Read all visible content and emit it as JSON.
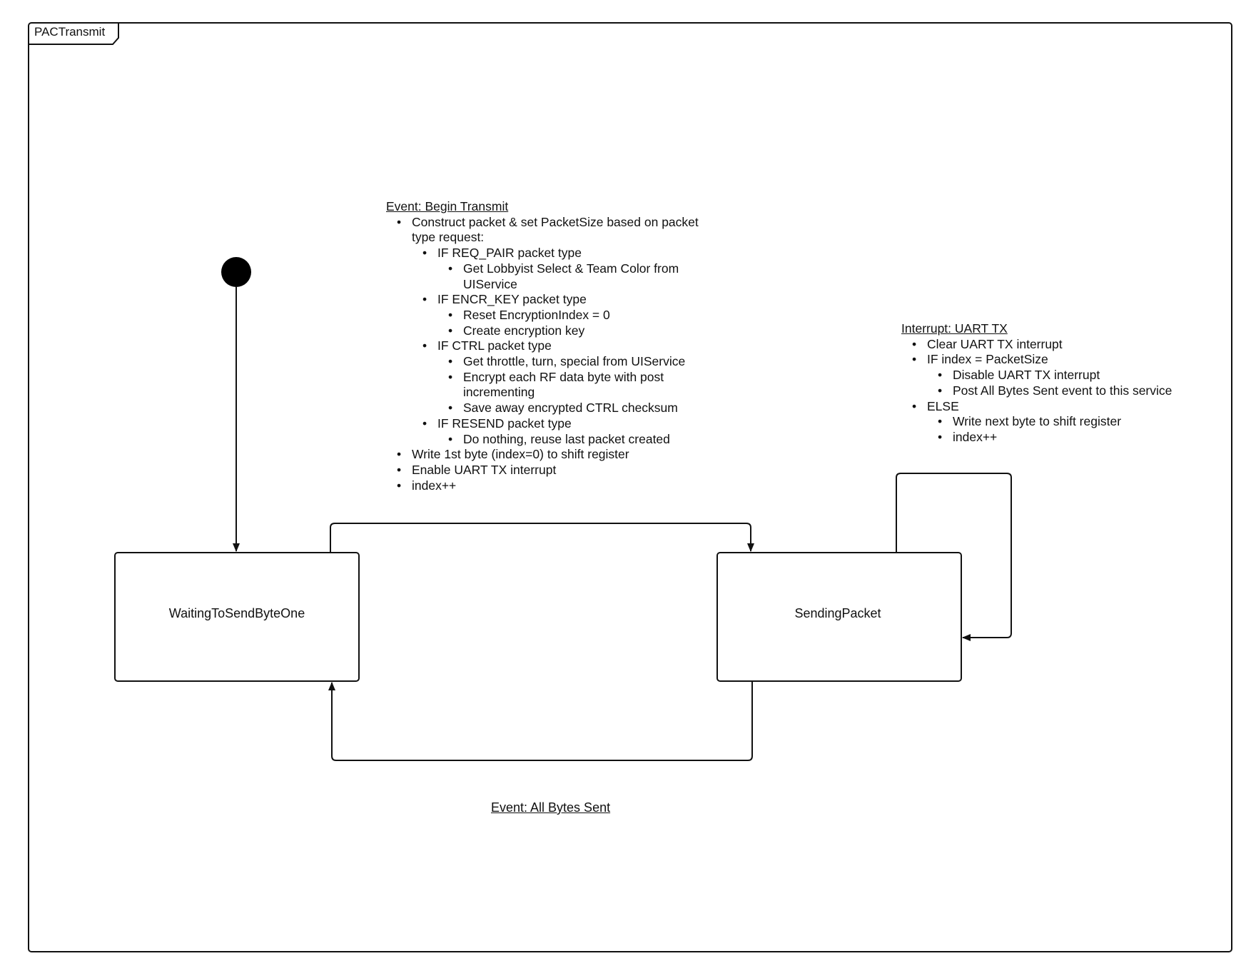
{
  "frame": {
    "title": "PACTransmit"
  },
  "states": {
    "waiting": {
      "name": "WaitingToSendByteOne"
    },
    "sending": {
      "name": "SendingPacket"
    }
  },
  "begin_transmit": {
    "heading": "Event: Begin Transmit",
    "items": {
      "construct": "Construct packet & set PacketSize based on packet type request:",
      "req_pair": "IF REQ_PAIR packet type",
      "req_pair_1": "Get Lobbyist Select & Team Color from UIService",
      "encr_key": "IF ENCR_KEY packet type",
      "encr_key_1": "Reset EncryptionIndex = 0",
      "encr_key_2": "Create encryption key",
      "ctrl": "IF CTRL packet type",
      "ctrl_1": "Get throttle, turn, special from UIService",
      "ctrl_2": "Encrypt each RF data byte with post incrementing",
      "ctrl_3": "Save away encrypted CTRL checksum",
      "resend": "IF RESEND packet type",
      "resend_1": "Do nothing, reuse last packet created",
      "write_first": "Write 1st byte (index=0) to shift register",
      "enable_tx": "Enable UART TX interrupt",
      "index_inc": "index++"
    }
  },
  "uart_interrupt": {
    "heading": "Interrupt: UART TX",
    "items": {
      "clear": "Clear UART TX interrupt",
      "if_index": "IF index = PacketSize",
      "if_index_1": "Disable UART TX interrupt",
      "if_index_2": "Post All Bytes Sent event to this service",
      "else": "ELSE",
      "else_1": "Write next byte to shift register",
      "else_2": "index++"
    }
  },
  "all_bytes_sent": {
    "label": "Event: All Bytes Sent"
  }
}
